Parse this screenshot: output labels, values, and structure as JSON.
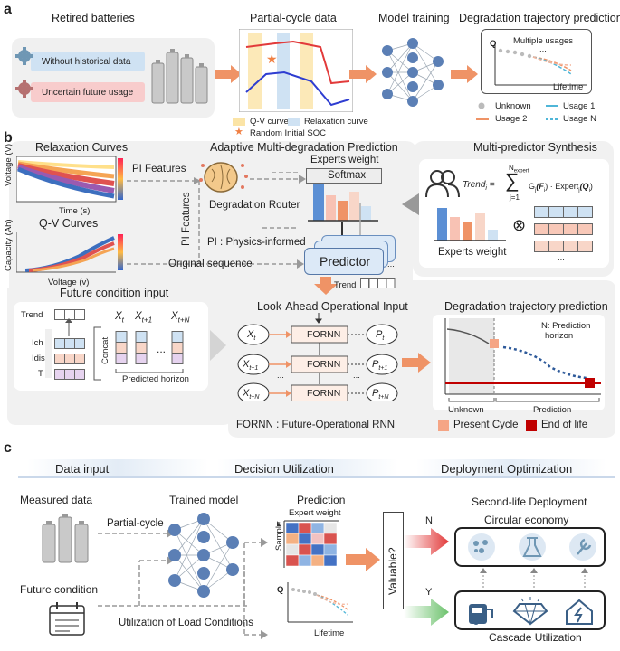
{
  "panels": {
    "a": "a",
    "b": "b",
    "c": "c"
  },
  "a": {
    "retired_title": "Retired batteries",
    "without_hist": "Without historical data",
    "uncertain": "Uncertain future usage",
    "partial_title": "Partial-cycle data",
    "legend_qv": "Q-V curve",
    "legend_relax": "Relaxation curve",
    "legend_soc": "Random Initial SOC",
    "model_title": "Model training",
    "pred_title": "Degradation trajectory prediction",
    "pred_q": "Q",
    "pred_multi": "Multiple usages",
    "pred_dots": "...",
    "pred_life": "Lifetime",
    "leg_unknown": "Unknown",
    "leg_usage1": "Usage 1",
    "leg_usage2": "Usage 2",
    "leg_usageN": "Usage N"
  },
  "b": {
    "relax_title": "Relaxation Curves",
    "relax_y": "Voltage (V)",
    "relax_x": "Time (s)",
    "qv_title": "Q-V Curves",
    "qv_y": "Capacity (Ah)",
    "qv_x": "Voltage (v)",
    "pi_feat_h": "PI Features",
    "pi_feat_v": "PI Features",
    "adaptive_title": "Adaptive Multi-degradation Prediction",
    "router": "Degradation Router",
    "experts_weight": "Experts weight",
    "softmax": "Softmax",
    "pi_def": "PI : Physics-informed",
    "original_seq": "Original sequence",
    "predictor": "Predictor",
    "predictor_dots": "...",
    "trend": "Trend",
    "synth_title": "Multi-predictor Synthesis",
    "formula_lhs": "Trend",
    "formula_sub_i": "i",
    "formula_eq": "=",
    "formula_top": "N",
    "formula_top_sub": "expert",
    "formula_bottom": "j=1",
    "formula_term": "G",
    "formula_term_sub": "j",
    "formula_term_arg": "(F",
    "formula_term_arg_sub": "i",
    "formula_term_close": ")",
    "formula_mult": " · Expert",
    "formula_expert_sub": "j",
    "formula_expert_arg": "(Q",
    "formula_expert_arg_sub": "i",
    "formula_expert_close": ")",
    "synth_weight": "Experts weight",
    "otimes": "⊗",
    "synth_dots": "...",
    "future_title": "Future condition input",
    "fc_trend": "Trend",
    "fc_ich": "Ich",
    "fc_idis": "Idis",
    "fc_t": "T",
    "fc_concat": "Concat",
    "fc_xt": "X",
    "fc_xt_sub": "t",
    "fc_xt1_sub": "t+1",
    "fc_xtn_sub": "t+N",
    "fc_dots": "...",
    "fc_horizon": "Predicted horizon",
    "lookahead_title": "Look-Ahead Operational Input",
    "fornn": "FORNN",
    "forn_x": "X",
    "forn_p": "P",
    "sub_t": "t",
    "sub_t1": "t+1",
    "sub_tn": "t+N",
    "forn_dots": "...",
    "fornn_def": "FORNN : Future-Operational RNN",
    "traj_title": "Degradation trajectory prediction",
    "traj_n1": "N: Prediction",
    "traj_n2": "horizon",
    "traj_unknown": "Unknown",
    "traj_prediction": "Prediction",
    "leg_present": "Present Cycle",
    "leg_eol": "End of life"
  },
  "c": {
    "data_input": "Data input",
    "decision": "Decision Utilization",
    "deploy": "Deployment Optimization",
    "measured": "Measured data",
    "trained": "Trained model",
    "partial": "Partial-cycle",
    "future_cond": "Future condition",
    "utilization": "Utilization of Load Conditions",
    "prediction": "Prediction",
    "expert_weight": "Expert weight",
    "sample": "Sample",
    "q": "Q",
    "lifetime": "Lifetime",
    "valuable": "Valuable?",
    "n": "N",
    "y": "Y",
    "second_life": "Second-life Deployment",
    "circular": "Circular economy",
    "cascade": "Cascade Utilization"
  },
  "colors": {
    "orange": "#ef9366",
    "blue_box": "#cfe2f3",
    "pink_box": "#f8cccc",
    "gray_bg": "#f1f1f1",
    "predictor_blue": "#dce9f7",
    "end_red": "#c00000",
    "present": "#f5a585",
    "heat_blue": "#4472c4",
    "heat_red": "#d9534f"
  }
}
